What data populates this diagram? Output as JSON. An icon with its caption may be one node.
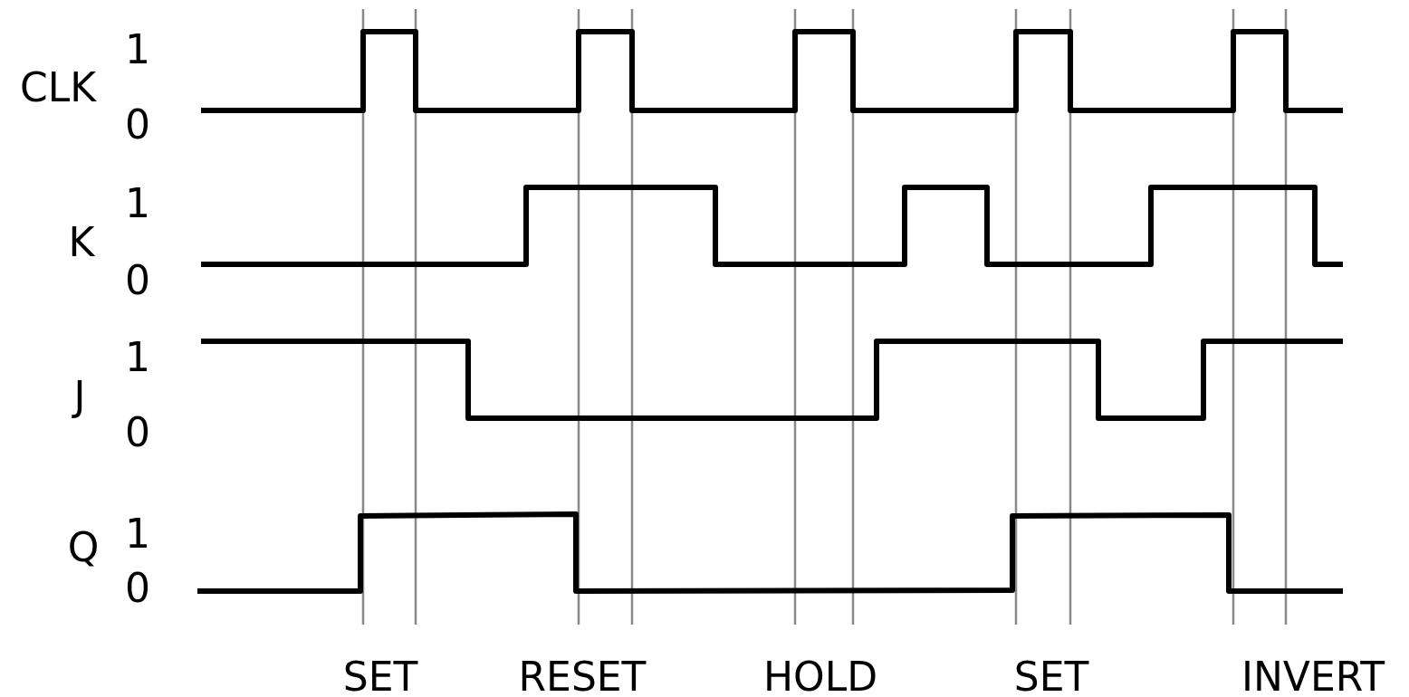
{
  "diagram": {
    "labels": [
      "CLK",
      "1",
      "0",
      "K",
      "1",
      "0",
      "J",
      "1",
      "0",
      "Q",
      "1",
      "0",
      "SET",
      "RESET",
      "HOLD",
      "SET",
      "INVERT"
    ]
  }
}
